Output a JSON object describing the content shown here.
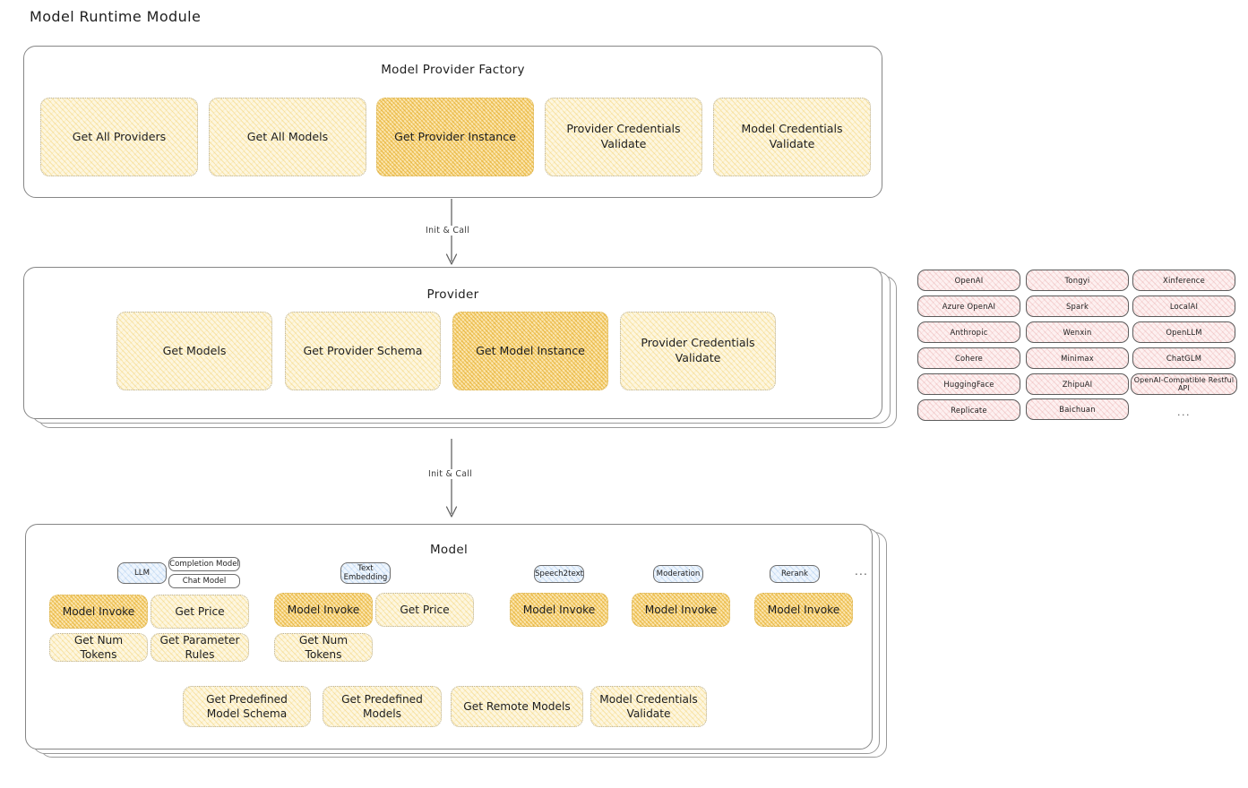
{
  "page": {
    "title": "Model Runtime Module"
  },
  "factory": {
    "title": "Model Provider Factory",
    "methods": [
      {
        "label": "Get All Providers",
        "highlight": false
      },
      {
        "label": "Get All Models",
        "highlight": false
      },
      {
        "label": "Get Provider Instance",
        "highlight": true
      },
      {
        "label": "Provider Credentials Validate",
        "highlight": false
      },
      {
        "label": "Model Credentials Validate",
        "highlight": false
      }
    ]
  },
  "arrows": [
    {
      "label": "Init & Call"
    },
    {
      "label": "Init & Call"
    }
  ],
  "provider": {
    "title": "Provider",
    "methods": [
      {
        "label": "Get Models",
        "highlight": false
      },
      {
        "label": "Get Provider Schema",
        "highlight": false
      },
      {
        "label": "Get Model Instance",
        "highlight": true
      },
      {
        "label": "Provider Credentials Validate",
        "highlight": false
      }
    ]
  },
  "provider_list": {
    "columns": [
      [
        "OpenAI",
        "Azure OpenAI",
        "Anthropic",
        "Cohere",
        "HuggingFace",
        "Replicate"
      ],
      [
        "Tongyi",
        "Spark",
        "Wenxin",
        "Minimax",
        "ZhipuAI",
        "Baichuan"
      ],
      [
        "Xinference",
        "LocalAI",
        "OpenLLM",
        "ChatGLM",
        "OpenAI-Compatible Restful API"
      ]
    ],
    "more": "..."
  },
  "model": {
    "title": "Model",
    "more": "...",
    "types": [
      {
        "name": "LLM",
        "subtypes": [
          "Completion Model",
          "Chat Model"
        ],
        "methods": [
          {
            "label": "Model Invoke",
            "highlight": true
          },
          {
            "label": "Get Price",
            "highlight": false
          },
          {
            "label": "Get Num Tokens",
            "highlight": false
          },
          {
            "label": "Get Parameter Rules",
            "highlight": false
          }
        ]
      },
      {
        "name": "Text Embedding",
        "subtypes": [],
        "methods": [
          {
            "label": "Model Invoke",
            "highlight": true
          },
          {
            "label": "Get Price",
            "highlight": false
          },
          {
            "label": "Get Num Tokens",
            "highlight": false
          }
        ]
      },
      {
        "name": "Speech2text",
        "subtypes": [],
        "methods": [
          {
            "label": "Model Invoke",
            "highlight": true
          }
        ]
      },
      {
        "name": "Moderation",
        "subtypes": [],
        "methods": [
          {
            "label": "Model Invoke",
            "highlight": true
          }
        ]
      },
      {
        "name": "Rerank",
        "subtypes": [],
        "methods": [
          {
            "label": "Model Invoke",
            "highlight": true
          }
        ]
      }
    ],
    "shared_methods": [
      {
        "label": "Get Predefined Model Schema"
      },
      {
        "label": "Get Predefined Models"
      },
      {
        "label": "Get Remote Models"
      },
      {
        "label": "Model Credentials Validate"
      }
    ]
  },
  "colors": {
    "chip_fill": "#fdf6df",
    "chip_highlight_fill": "#fbe6b0",
    "provider_pill_fill": "#fdf0f0",
    "model_badge_fill": "#eef5fd",
    "panel_border": "#868686",
    "text": "#1e1e1e"
  }
}
